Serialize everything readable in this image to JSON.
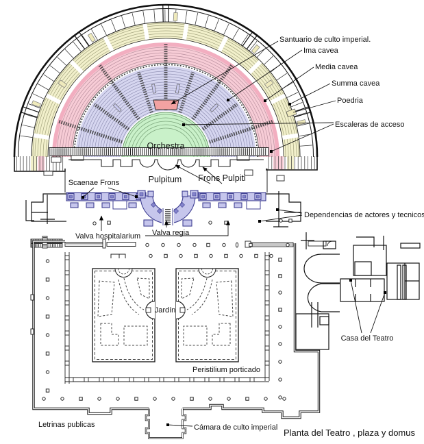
{
  "diagram": {
    "title": "Planta del Teatro , plaza y domus",
    "theater_labels": {
      "santuario": "Santuario de culto imperial.",
      "ima_cavea": "Ima cavea",
      "media_cavea": "Media cavea",
      "summa_cavea": "Summa cavea",
      "poedria": "Poedria",
      "escaleras": "Escaleras de acceso",
      "orchestra": "Orchestra"
    },
    "stage_labels": {
      "scaenae_frons": "Scaenae Frons",
      "pulpitum": "Pulpitum",
      "frons_pulpiti": "Frons Pulpiti",
      "valva_hospitalarium": "Valva hospitalarium",
      "valva_regia": "Valva regia",
      "dependencias": "Dependencias de actores y tecnicos"
    },
    "plaza_labels": {
      "jardin": "Jardín",
      "peristilium": "Peristilium porticado",
      "casa_del_teatro": "Casa del Teatro",
      "letrinas": "Letrinas publicas",
      "camara": "Cámara de culto imperial"
    },
    "colors": {
      "ima_cavea_fill": "#d6d6f0",
      "media_cavea_fill": "#f7ccd6",
      "media_cavea_stripe": "#f2aec0",
      "summa_cavea_fill": "#f2f0cb",
      "orchestra_fill": "#c9f1c9",
      "santuario_fill": "#f2a2a2",
      "scaenae_fill": "#c6c6ec",
      "outline": "#1a1a1a"
    }
  }
}
